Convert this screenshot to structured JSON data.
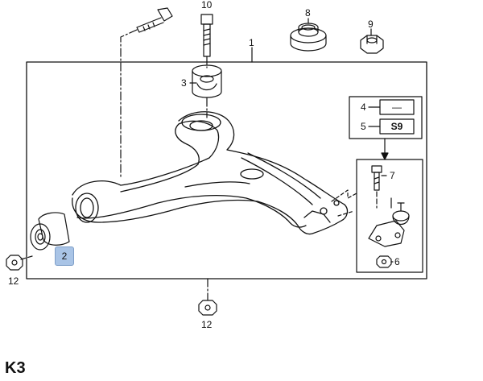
{
  "callouts": {
    "c1": "1",
    "c2": "2",
    "c3": "3",
    "c4": "4",
    "c5": "5",
    "c6": "6",
    "c7": "7",
    "c8": "8",
    "c9": "9",
    "c10": "10",
    "c12a": "12",
    "c12b": "12"
  },
  "legend": {
    "row4_value": "—",
    "row5_value": "S9"
  },
  "page_code": "K3"
}
